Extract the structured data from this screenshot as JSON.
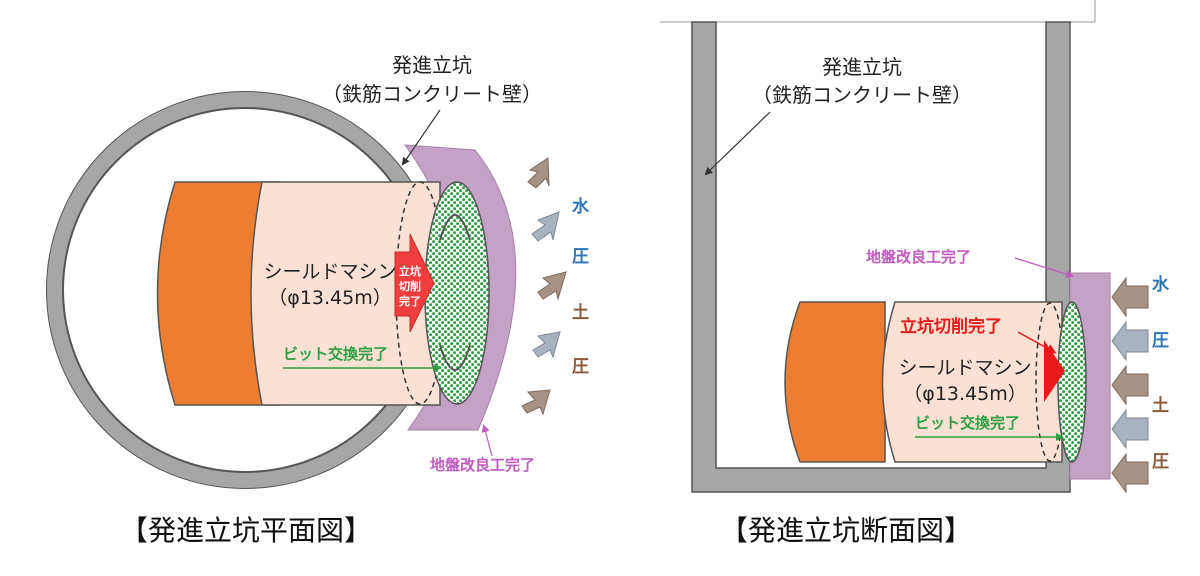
{
  "plan_view": {
    "caption": "【発進立坑平面図】",
    "shaft_label_line1": "発進立坑",
    "shaft_label_line2": "（鉄筋コンクリート壁）",
    "machine_label_line1": "シールドマシン",
    "machine_label_line2": "（φ13.45m）",
    "cut_complete_chars": [
      "立坑",
      "切削",
      "完了"
    ],
    "bit_complete": "ビット交換完了",
    "ground_improvement": "地盤改良工完了",
    "pressure_chars": [
      "水",
      "圧",
      "土",
      "圧"
    ]
  },
  "section_view": {
    "caption": "【発進立坑断面図】",
    "shaft_label_line1": "発進立坑",
    "shaft_label_line2": "（鉄筋コンクリート壁）",
    "machine_label_line1": "シールドマシン",
    "machine_label_line2": "（φ13.45m）",
    "cut_complete": "立坑切削完了",
    "bit_complete": "ビット交換完了",
    "ground_improvement": "地盤改良工完了",
    "pressure_chars": [
      "水",
      "圧",
      "土",
      "圧"
    ]
  },
  "colors": {
    "ring": "#a6a6a6",
    "orange": "#ed7d31",
    "peach": "#fbe1d3",
    "purple": "#c4a1c6",
    "green": "#2ea043",
    "red": "#e8191b",
    "water_blue": "#2e74b5",
    "soil_brown": "#8b5a3c",
    "arrow_gray_blue": "#a9b3bf",
    "arrow_brown": "#a89286"
  }
}
